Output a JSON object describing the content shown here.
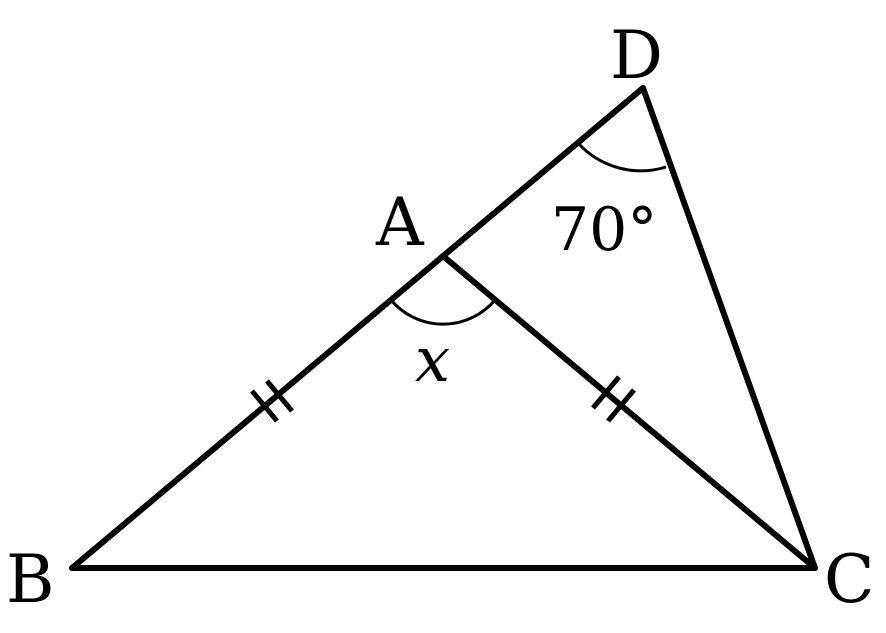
{
  "points": {
    "A": "A",
    "B": "B",
    "C": "C",
    "D": "D"
  },
  "angles": {
    "at_D": "70°",
    "at_A": "x"
  },
  "equal_sides": [
    "AB",
    "AC"
  ]
}
